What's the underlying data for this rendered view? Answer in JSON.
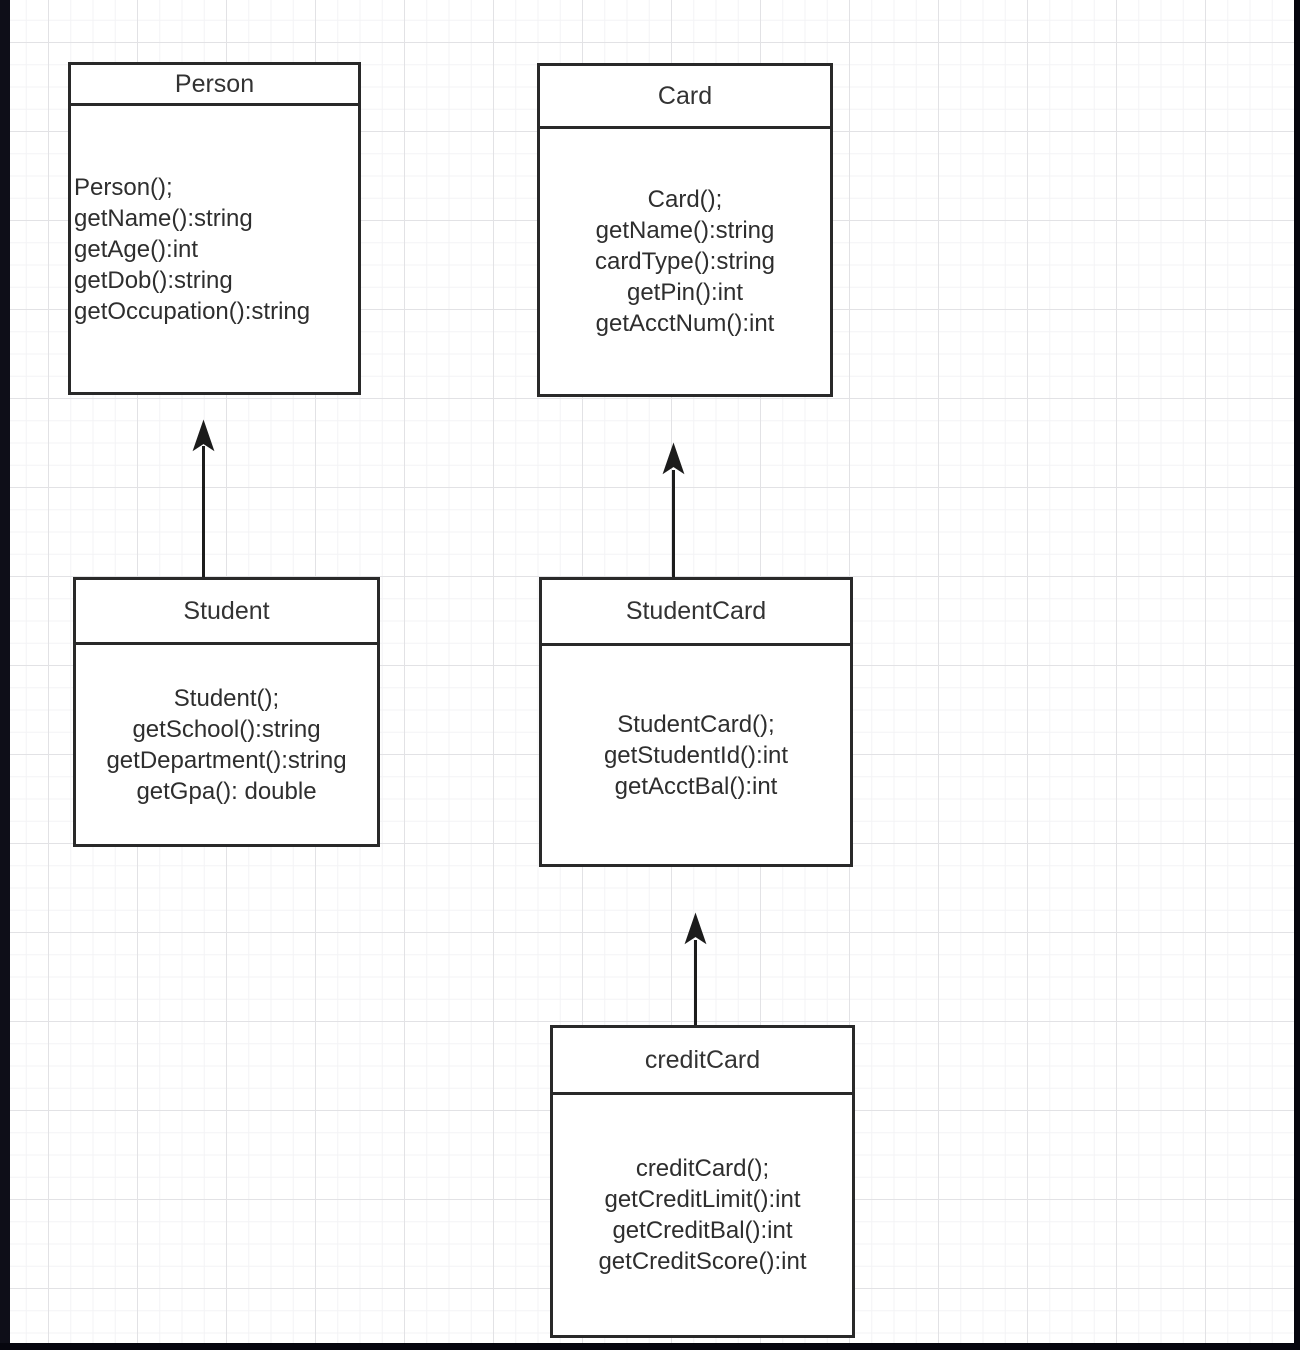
{
  "diagram": {
    "classes": [
      {
        "name": "Person",
        "methods": [
          "Person();",
          "getName():string",
          "getAge():int",
          "getDob():string",
          "getOccupation():string"
        ]
      },
      {
        "name": "Card",
        "methods": [
          "Card();",
          "getName():string",
          "cardType():string",
          "getPin():int",
          "getAcctNum():int"
        ]
      },
      {
        "name": "Student",
        "methods": [
          "Student();",
          "getSchool():string",
          "getDepartment():string",
          "getGpa(): double"
        ]
      },
      {
        "name": "StudentCard",
        "methods": [
          "StudentCard();",
          "getStudentId():int",
          "getAcctBal():int"
        ]
      },
      {
        "name": "creditCard",
        "methods": [
          "creditCard();",
          "getCreditLimit():int",
          "getCreditBal():int",
          "getCreditScore():int"
        ]
      }
    ],
    "relations": [
      {
        "from": "Student",
        "to": "Person",
        "type": "inheritance"
      },
      {
        "from": "StudentCard",
        "to": "Card",
        "type": "inheritance"
      },
      {
        "from": "creditCard",
        "to": "StudentCard",
        "type": "inheritance"
      }
    ]
  },
  "colors": {
    "box_border": "#292929",
    "box_fill": "#ffffff",
    "text": "#2e2e2e",
    "arrow": "#1c1c1c",
    "grid_minor": "#f3f3f5",
    "grid_major": "#e2e2e5",
    "edge_bar": "#0e0e18"
  }
}
